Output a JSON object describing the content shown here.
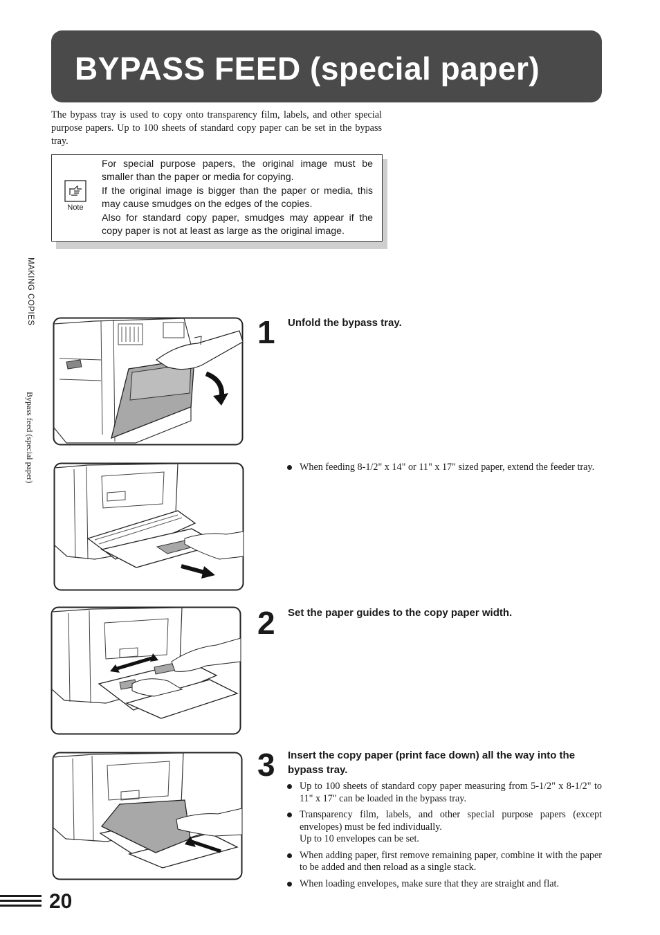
{
  "header": {
    "title": "BYPASS FEED (special paper)"
  },
  "intro": "The bypass tray is used to copy onto transparency film, labels, and other special purpose papers. Up to 100 sheets of standard copy paper can be set in the bypass tray.",
  "note": {
    "icon_label": "Note",
    "icon": "pointing-hand-icon",
    "paragraphs": [
      "For special purpose papers, the original image must be smaller than the paper or media for copying.",
      "If the original image is bigger than the paper or media, this may cause smudges on the edges of the copies.",
      "Also for standard copy paper, smudges may appear if the copy paper is not at least as large as the original image."
    ]
  },
  "sidebar": {
    "section": "MAKING COPIES",
    "topic": "Bypass feed (special paper)"
  },
  "steps": [
    {
      "number": "1",
      "title": "Unfold the bypass tray."
    },
    {
      "number": "2",
      "title": "Set the paper guides to the copy paper width."
    },
    {
      "number": "3",
      "title": "Insert the copy paper (print face down) all the way into the bypass tray."
    }
  ],
  "step1_bullets": [
    "When feeding 8-1/2\" x 14\" or 11\" x 17\" sized paper, extend the feeder tray."
  ],
  "step3_bullets": [
    {
      "text": "Up to 100 sheets of standard copy paper measuring from 5-1/2\" x 8-1/2\" to 11\" x 17\" can be loaded in the bypass tray."
    },
    {
      "text": "Transparency film, labels, and other special purpose papers (except envelopes) must be fed individually.",
      "sub": "Up to 10 envelopes can be set."
    },
    {
      "text": "When adding paper, first remove remaining paper, combine it with the paper to be added and then reload as a single stack."
    },
    {
      "text": "When loading envelopes, make sure that they are straight and flat."
    }
  ],
  "footer": {
    "page_number": "20"
  },
  "colors": {
    "title_bar": "#4a4a4a",
    "note_shadow": "#cfcfcf",
    "tray_fill": "#a8a8a8"
  }
}
